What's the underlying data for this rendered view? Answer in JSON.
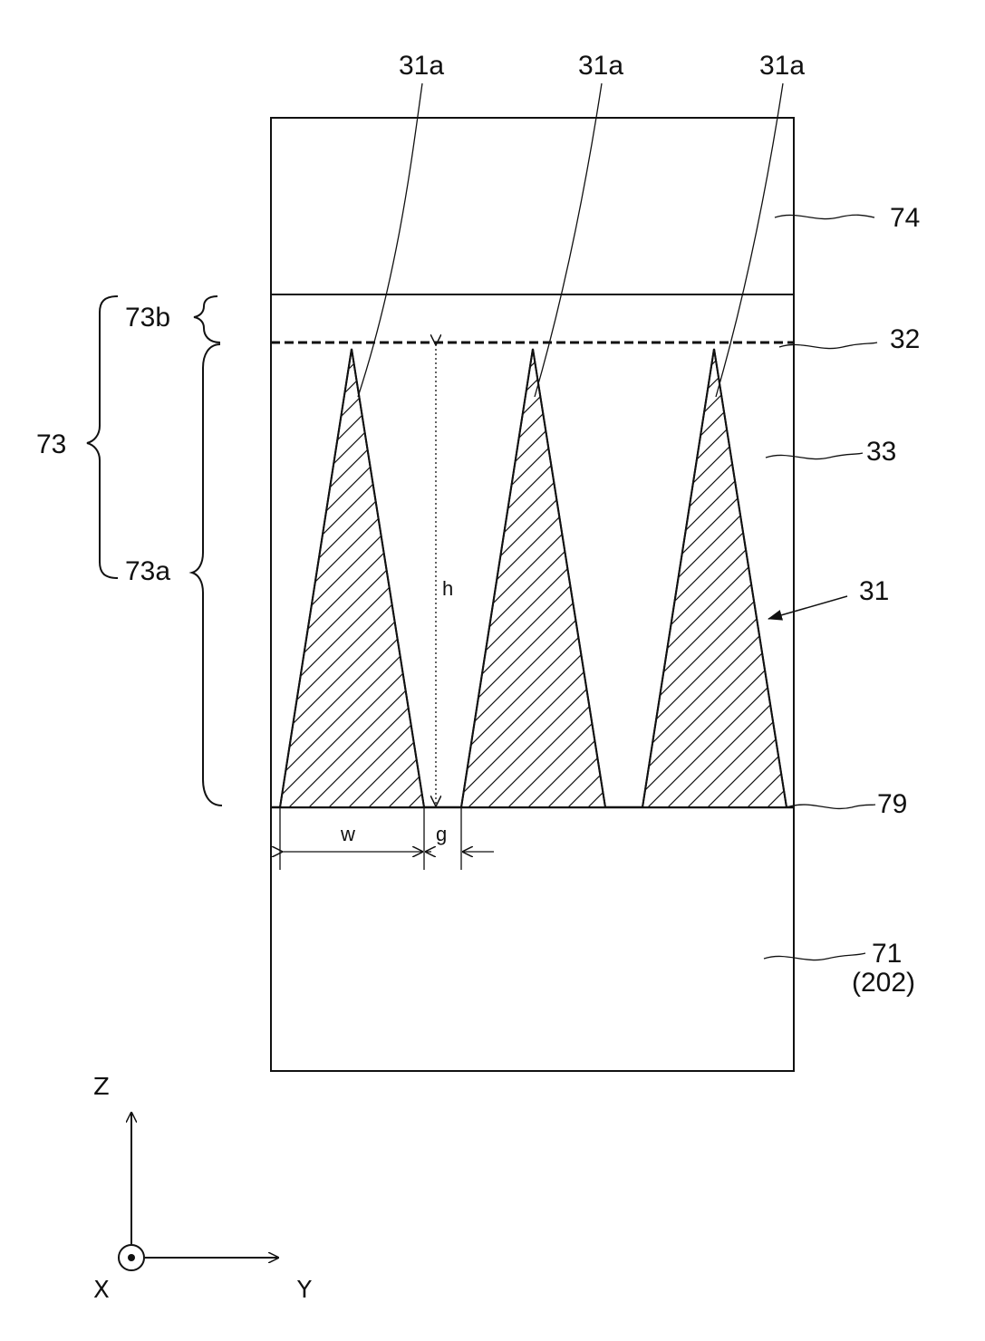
{
  "labels": {
    "tip_1": "31a",
    "tip_2": "31a",
    "tip_3": "31a",
    "layer_74": "74",
    "layer_73": "73",
    "layer_73b": "73b",
    "layer_73a": "73a",
    "ref_32": "32",
    "ref_33": "33",
    "ref_31": "31",
    "ref_79": "79",
    "layer_71": "71",
    "layer_71_alt": "(202)",
    "dim_h": "h",
    "dim_w": "w",
    "dim_g": "g"
  },
  "axes": {
    "z": "Z",
    "y": "Y",
    "x": "X"
  },
  "colors": {
    "line": "#111111",
    "dot_fill": "#555555",
    "background": "#ffffff"
  }
}
